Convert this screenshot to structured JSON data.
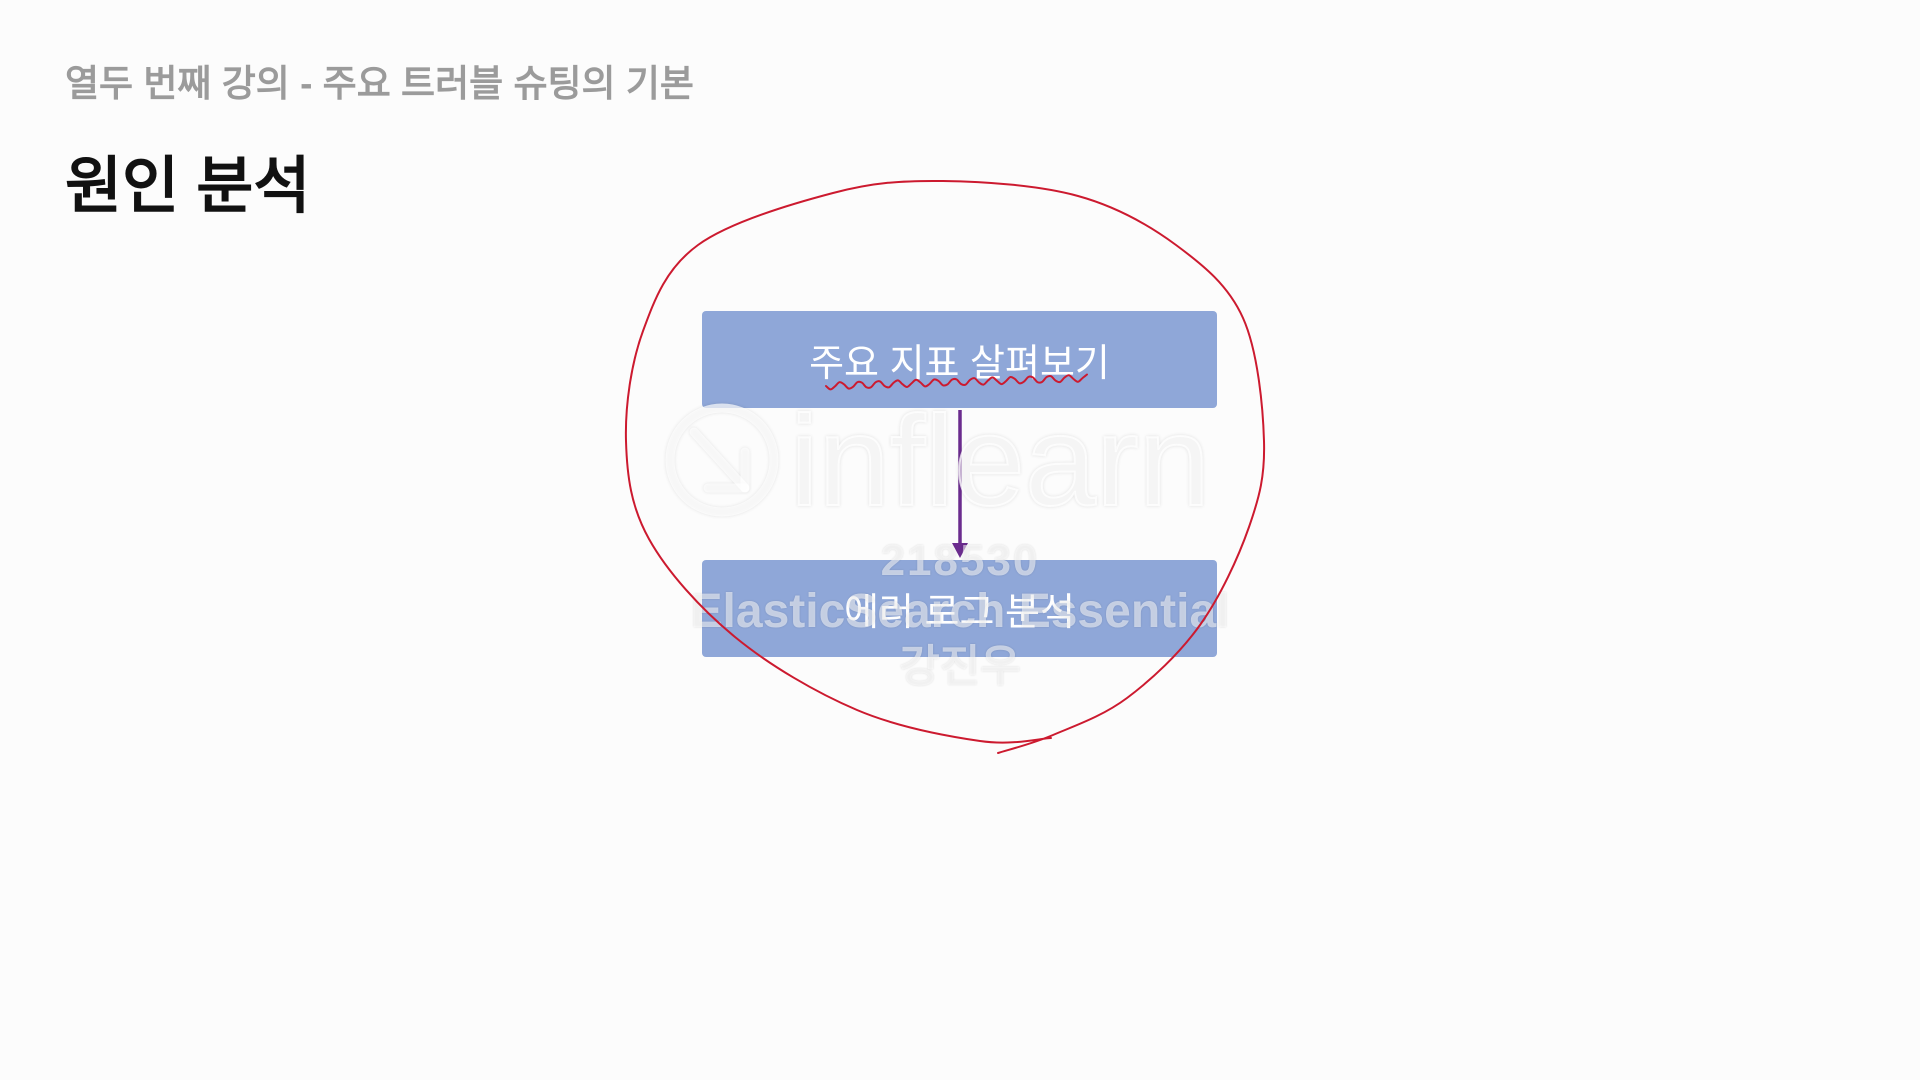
{
  "slide": {
    "subtitle": "열두 번째 강의 - 주요 트러블 슈팅의 기본",
    "title": "원인 분석"
  },
  "diagram": {
    "steps": [
      {
        "label": "주요 지표 살펴보기"
      },
      {
        "label": "에러 로그 분석"
      }
    ],
    "box_color": "#8fa7d8",
    "arrow_color": "#6b2c8e"
  },
  "annotations": {
    "color": "#cc1a2f"
  },
  "watermark": {
    "logo_text": "inflearn",
    "id": "218530",
    "course": "ElasticSearch Essential",
    "author": "강진우"
  }
}
